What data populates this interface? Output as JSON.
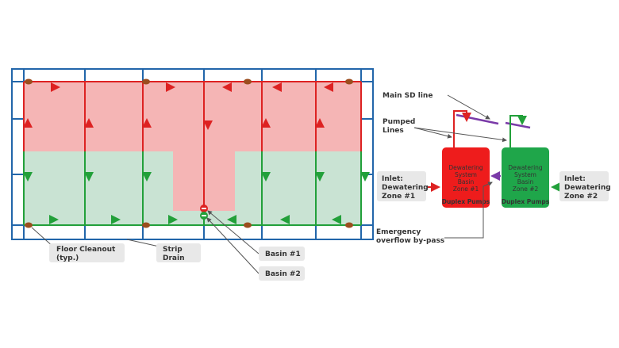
{
  "labels": {
    "floor_cleanout_1": "Floor Cleanout",
    "floor_cleanout_2": "(typ.)",
    "strip_drain_1": "Strip",
    "strip_drain_2": "Drain",
    "basin1": "Basin #1",
    "basin2": "Basin #2",
    "main_sd_line": "Main SD line",
    "pumped_lines_1": "Pumped",
    "pumped_lines_2": "Lines",
    "inlet_zone1_1": "Inlet:",
    "inlet_zone1_2": "Dewatering",
    "inlet_zone1_3": "Zone #1",
    "inlet_zone2_1": "Inlet:",
    "inlet_zone2_2": "Dewatering",
    "inlet_zone2_3": "Zone #2",
    "emergency_1": "Emergency",
    "emergency_2": "overflow by-pass"
  },
  "zone1_box": {
    "line1": "Dewatering",
    "line2": "System",
    "line3": "Basin",
    "line4": "Zone #1",
    "pumps": "Duplex Pumps"
  },
  "zone2_box": {
    "line1": "Dewatering",
    "line2": "System",
    "line3": "Basin",
    "line4": "Zone #2",
    "pumps": "Duplex Pumps"
  },
  "colors": {
    "strip_drain_blue": "#2266aa",
    "zone1_red": "#dd2222",
    "zone1_fill": "#f5b5b5",
    "zone2_green": "#22a03a",
    "zone2_fill": "#c9e3d3",
    "main_sd_purple": "#7a3aa8",
    "label_bg": "#e8e8e8",
    "cleanout_brown": "#9b4d1e"
  }
}
